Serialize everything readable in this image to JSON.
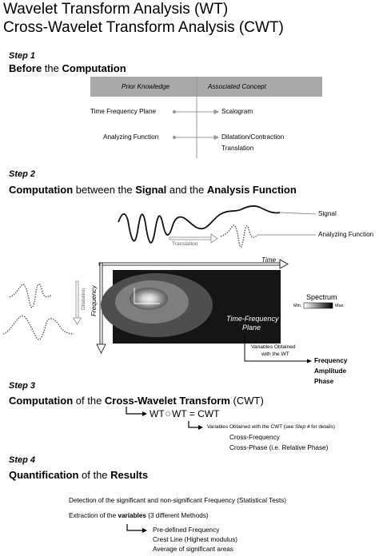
{
  "title": {
    "line1": "Wavelet Transform Analysis (WT)",
    "line2": "Cross-Wavelet Transform Analysis (CWT)"
  },
  "step1": {
    "label": "Step 1",
    "heading_pre": "Before",
    "heading_mid": " the ",
    "heading_bold": "Computation",
    "table": {
      "col_left": "Prior Knowledge",
      "col_right": "Associated Concept",
      "rows": [
        {
          "left": "Time Frequency Plane",
          "right": "Scalogram"
        },
        {
          "left": "Analyzing Function",
          "right": "Dilatation/Contraction",
          "right2": "Translation"
        }
      ]
    }
  },
  "step2": {
    "label": "Step 2",
    "heading_b1": "Computation",
    "heading_t1": " between the ",
    "heading_b2": "Signal",
    "heading_t2": " and the ",
    "heading_b3": "Analysis Function",
    "signal_label": "Signal",
    "analyzing_label": "Analyzing Function",
    "translation_label": "Translation",
    "time_label": "Time",
    "frequency_label": "Frequency",
    "dilatation_label": "Dilatation",
    "spectrum_label": "Spectrum",
    "spectrum_min": "Min.",
    "spectrum_max": "Max.",
    "plane_line1": "Time-Frequency",
    "plane_line2": "Plane",
    "vars_line1": "Variables Obtained",
    "vars_line2": "with the WT",
    "outputs": [
      "Frequency",
      "Amplitude",
      "Phase"
    ]
  },
  "step3": {
    "label": "Step 3",
    "heading_b1": "Computation",
    "heading_t1": " of the ",
    "heading_b2": "Cross-Wavelet Transform",
    "heading_t2": " (CWT)",
    "equation_left": "WT",
    "equation_right": "WT = CWT",
    "vars_pre": "Variables Obtained with the CWT (see ",
    "vars_step": "Step 4",
    "vars_post": " for details)",
    "outputs": [
      "Cross-Frequency",
      "Cross-Phase (i.e. Relative Phase)"
    ]
  },
  "step4": {
    "label": "Step 4",
    "heading_b1": "Quantification",
    "heading_t1": " of the ",
    "heading_b2": "Results",
    "detection": "Detection of the significant and non-significant Frequency (Statistical Tests)",
    "extraction_pre": "Extraction of the ",
    "extraction_bold": "variables",
    "extraction_post": " (3 different Methods)",
    "methods": [
      "Pre-defined Frequency",
      "Crest Line (Highest modulus)",
      "Average of significant areas"
    ]
  }
}
